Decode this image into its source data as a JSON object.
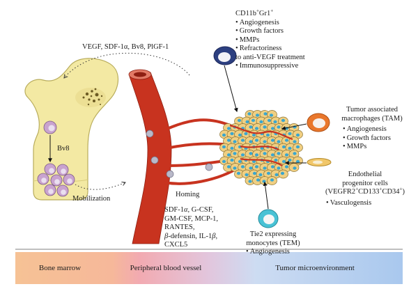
{
  "top_label": "VEGF, SDF-1α, Bv8, PlGF-1",
  "cd11b": {
    "title_html": "CD11b<sup>+</sup>Gr1<sup>+</sup>",
    "items": [
      "Angiogenesis",
      "Growth factors",
      "MMPs",
      "Refractoriness to anti-VEGF treatment",
      "Immunosuppressive"
    ]
  },
  "tam": {
    "title": [
      "Tumor associated",
      "macrophages (TAM)"
    ],
    "items": [
      "Angiogenesis",
      "Growth factors",
      "MMPs"
    ]
  },
  "epc": {
    "title": [
      "Endothelial",
      "progenitor cells"
    ],
    "markers_html": "(VEGFR2<sup>+</sup>CD133<sup>+</sup>CD34<sup>+</sup>)",
    "items": [
      "Vasculogensis"
    ]
  },
  "tem": {
    "title": [
      "Tie2 expressing",
      "monocytes (TEM)"
    ],
    "items": [
      "Angiogenesis"
    ]
  },
  "bv8": "Bv8",
  "mobilization": "Mobilization",
  "homing": "Homing",
  "homing_factors_html": [
    "SDF-1<i>α</i>, G-CSF,",
    "GM-CSF, MCP-1,",
    "RANTES,",
    "<i>β</i>-defensin, IL-1<i>β</i>,",
    "CXCL5"
  ],
  "bands": [
    "Bone marrow",
    "Peripheral blood vessel",
    "Tumor microenvironment"
  ],
  "colors": {
    "vessel": "#c8331f",
    "tumor_cell": "#f0cf82",
    "nucleus": "#3aa6cf",
    "bone": "#f3e9a3"
  }
}
